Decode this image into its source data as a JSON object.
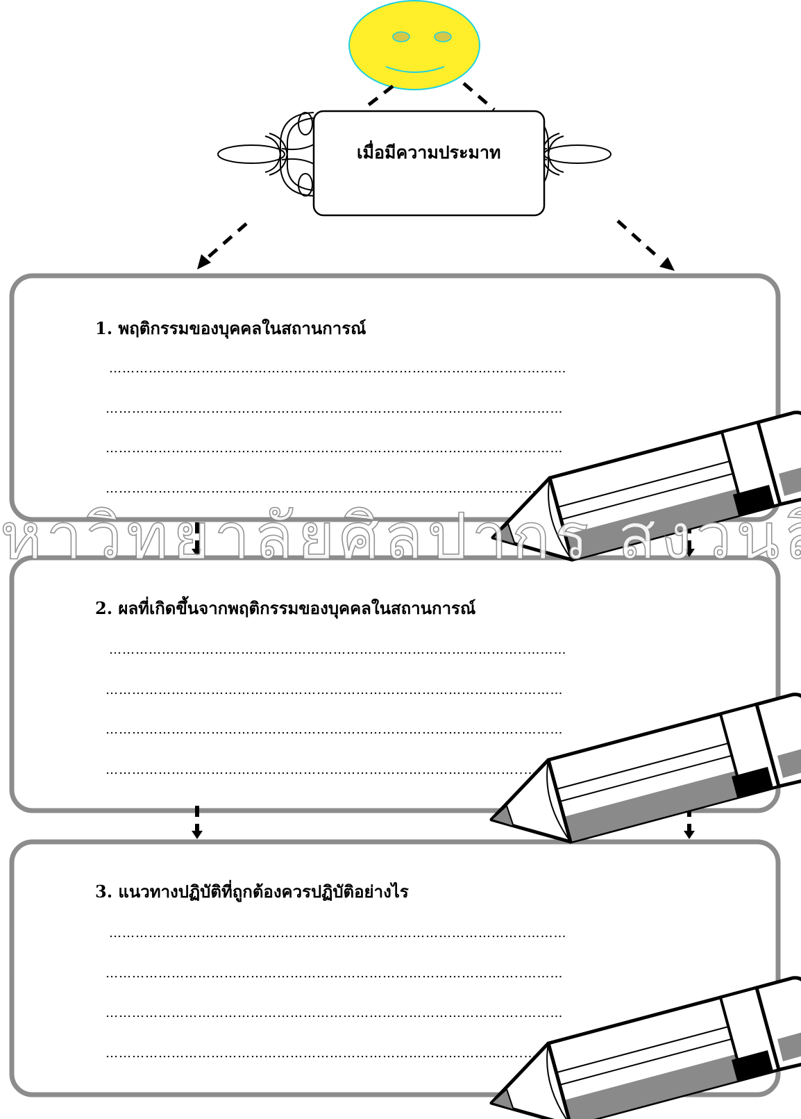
{
  "title": "เมื่อมีความประมาท",
  "sections": [
    {
      "heading": "1. พฤติกรรมของบุคคลในสถานการณ์"
    },
    {
      "heading": "2. ผลที่เกิดขึ้นจากพฤติกรรมของบุคคลในสถานการณ์"
    },
    {
      "heading": "3. แนวทางปฏิบัติที่ถูกต้องควรปฏิบัติอย่างไร"
    }
  ],
  "answer_line": "…………………………………………………………………………………..………",
  "watermark": "หาวิทยาลัยศิลปากร สงวนลิขสิทธิ์",
  "colors": {
    "face": "#ffee2a",
    "face_outline": "#1ed0e0",
    "frame": "#8c8c8c"
  },
  "icons": [
    "smiley-face-icon",
    "ornament-icon",
    "pencil-icon",
    "arrow-icon"
  ]
}
